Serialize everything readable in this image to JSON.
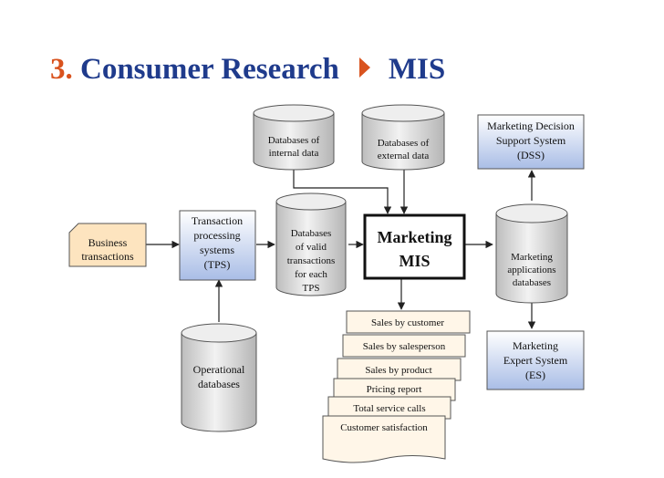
{
  "title": {
    "number": "3.",
    "left": "Consumer Research",
    "right": "MIS"
  },
  "nodes": {
    "business": [
      "Business",
      "transactions"
    ],
    "tps": [
      "Transaction",
      "processing",
      "systems",
      "(TPS)"
    ],
    "internal_db": [
      "Databases of",
      "internal data"
    ],
    "external_db": [
      "Databases of",
      "external data"
    ],
    "valid_db": [
      "Databases",
      "of valid",
      "transactions",
      "for each",
      "TPS"
    ],
    "mis": [
      "Marketing",
      "MIS"
    ],
    "dss": [
      "Marketing Decision",
      "Support System",
      "(DSS)"
    ],
    "apps_db": [
      "Marketing",
      "applications",
      "databases"
    ],
    "es": [
      "Marketing",
      "Expert System",
      "(ES)"
    ],
    "operational_db": [
      "Operational",
      "databases"
    ]
  },
  "reports": [
    "Sales by customer",
    "Sales by salesperson",
    "Sales by product",
    "Pricing report",
    "Total service calls",
    "Customer satisfaction"
  ],
  "colors": {
    "title": "#1f3b8c",
    "accent": "#d9531e",
    "tps_fill_top": "#ffffff",
    "tps_fill_bottom": "#a9bde6",
    "business_fill": "#fde4bf",
    "report_fill": "#fff6e8",
    "cylinder_top": "#eeeeee",
    "cylinder_body": "#d6d6d6"
  }
}
